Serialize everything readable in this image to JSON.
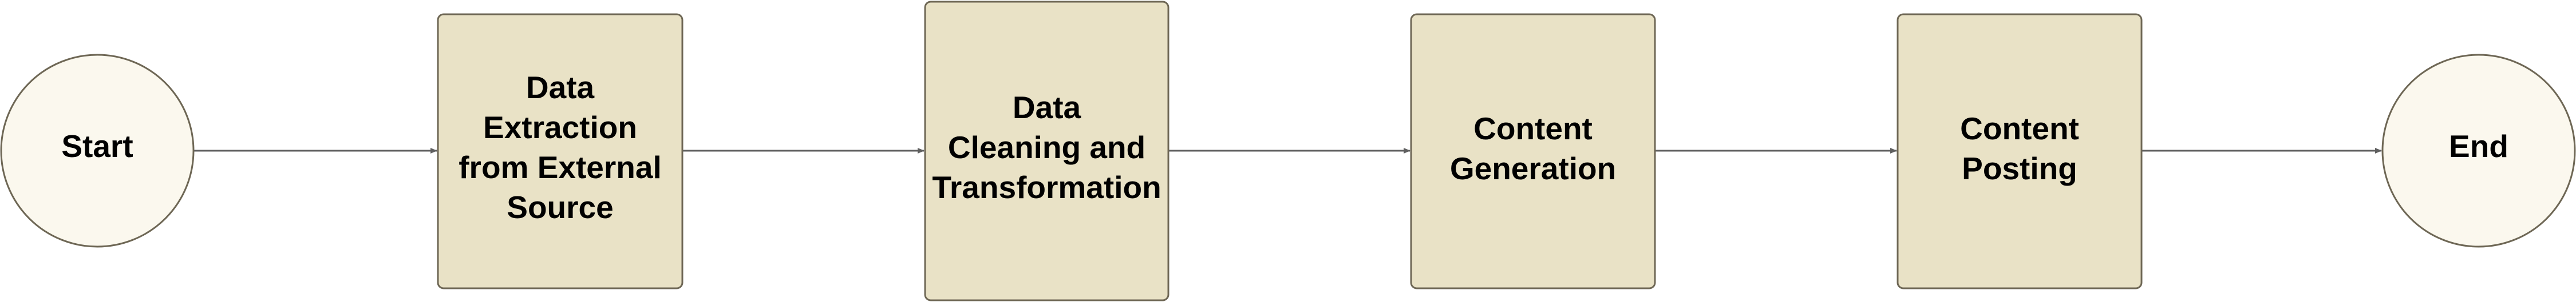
{
  "colors": {
    "terminal_fill": "#fbf8ee",
    "process_fill": "#e9e2c6",
    "node_stroke": "#6e6755",
    "connector": "#5f5f5f",
    "text": "#000000"
  },
  "nodes": [
    {
      "id": "start",
      "shape": "circle",
      "lines": [
        "Start"
      ]
    },
    {
      "id": "extraction",
      "shape": "rect",
      "lines": [
        "Data",
        "Extraction",
        "from External",
        "Source"
      ]
    },
    {
      "id": "cleaning",
      "shape": "rect",
      "lines": [
        "Data",
        "Cleaning and",
        "Transformation"
      ]
    },
    {
      "id": "generation",
      "shape": "rect",
      "lines": [
        "Content",
        "Generation"
      ]
    },
    {
      "id": "posting",
      "shape": "rect",
      "lines": [
        "Content",
        "Posting"
      ]
    },
    {
      "id": "end",
      "shape": "circle",
      "lines": [
        "End"
      ]
    }
  ],
  "edges": [
    {
      "from": "start",
      "to": "extraction"
    },
    {
      "from": "extraction",
      "to": "cleaning"
    },
    {
      "from": "cleaning",
      "to": "generation"
    },
    {
      "from": "generation",
      "to": "posting"
    },
    {
      "from": "posting",
      "to": "end"
    }
  ]
}
